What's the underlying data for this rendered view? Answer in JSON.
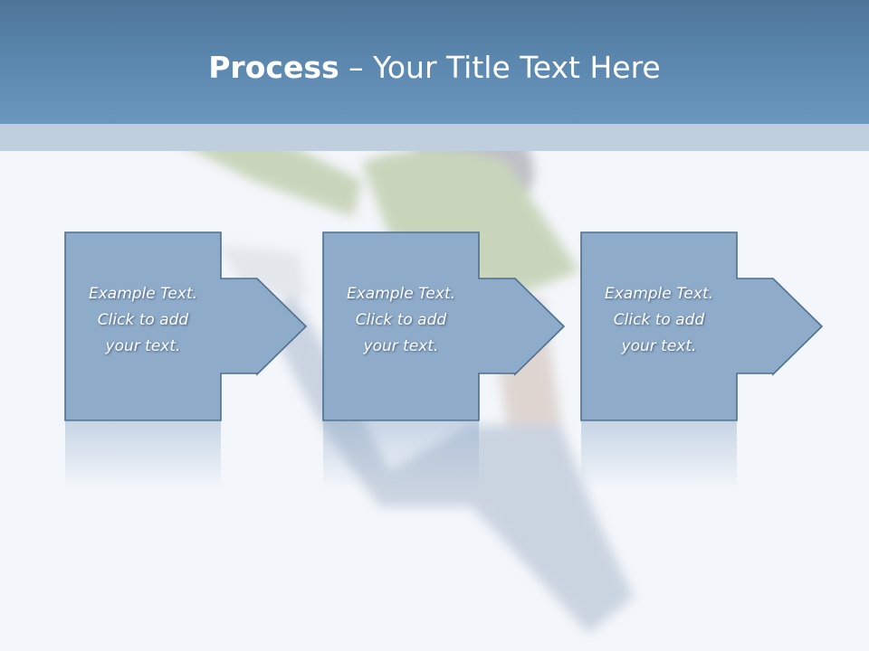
{
  "slide": {
    "title_bold": "Process",
    "title_rest": " – Your Title Text Here"
  },
  "steps": [
    {
      "line1": "Example Text.",
      "line2": "Click  to add",
      "line3": "your text."
    },
    {
      "line1": "Example Text.",
      "line2": "Click  to add",
      "line3": "your text."
    },
    {
      "line1": "Example Text.",
      "line2": "Click  to add",
      "line3": "your text."
    }
  ],
  "colors": {
    "header": "#5d89b1",
    "header_band": "#bfcfde",
    "box_fill": "#8eabc9",
    "box_stroke": "#4f6f90",
    "background": "#f3f6fa"
  }
}
